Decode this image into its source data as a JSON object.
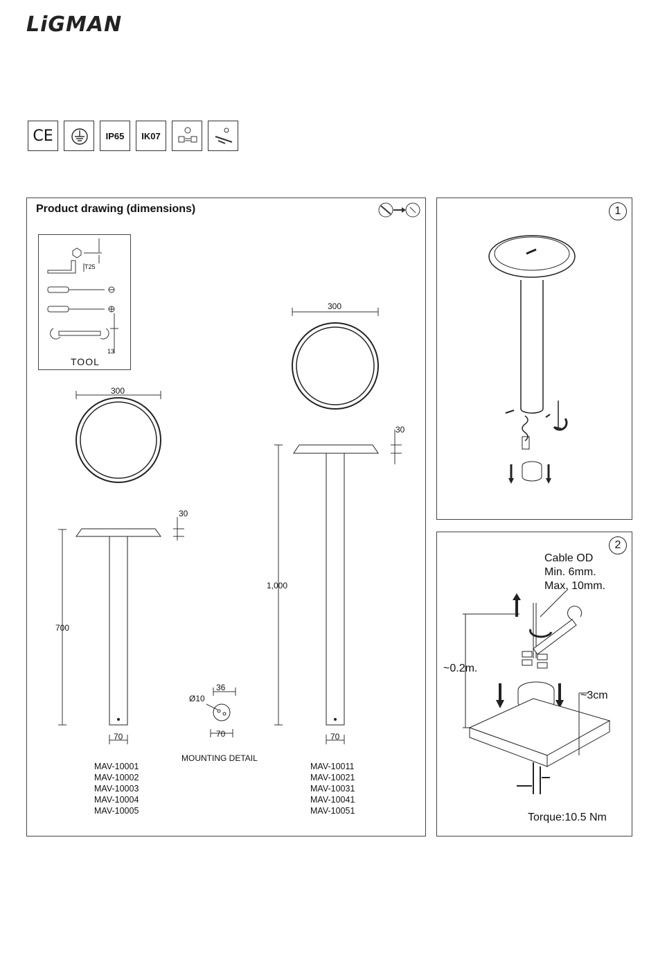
{
  "brand": "LiGMAN",
  "certifications": [
    "CE",
    "earth-icon",
    "IP65",
    "IK07",
    "wiring-icon",
    "connector-icon"
  ],
  "certification_labels": {
    "ip": "IP65",
    "ik": "IK07"
  },
  "drawing_panel": {
    "title": "Product drawing (dimensions)",
    "tool_box": {
      "label": "TOOL",
      "torx": "T25",
      "wrench": "13"
    },
    "short_pole": {
      "diameter": "300",
      "head_height": "30",
      "height": "700",
      "pole_width": "70",
      "models": [
        "MAV-10001",
        "MAV-10002",
        "MAV-10003",
        "MAV-10004",
        "MAV-10005"
      ]
    },
    "tall_pole": {
      "diameter": "300",
      "head_height": "30",
      "height": "1,000",
      "pole_width": "70",
      "models": [
        "MAV-10011",
        "MAV-10021",
        "MAV-10031",
        "MAV-10041",
        "MAV-10051"
      ]
    },
    "mounting": {
      "label": "MOUNTING DETAIL",
      "hole": "Ø10",
      "spacing": "36",
      "base": "70"
    }
  },
  "step1": {
    "number": "1"
  },
  "step2": {
    "number": "2",
    "cable_title": "Cable OD",
    "cable_min": "Min. 6mm.",
    "cable_max": "Max. 10mm.",
    "depth": "~0.2m.",
    "gap": "~3cm",
    "torque": "Torque:10.5 Nm"
  }
}
